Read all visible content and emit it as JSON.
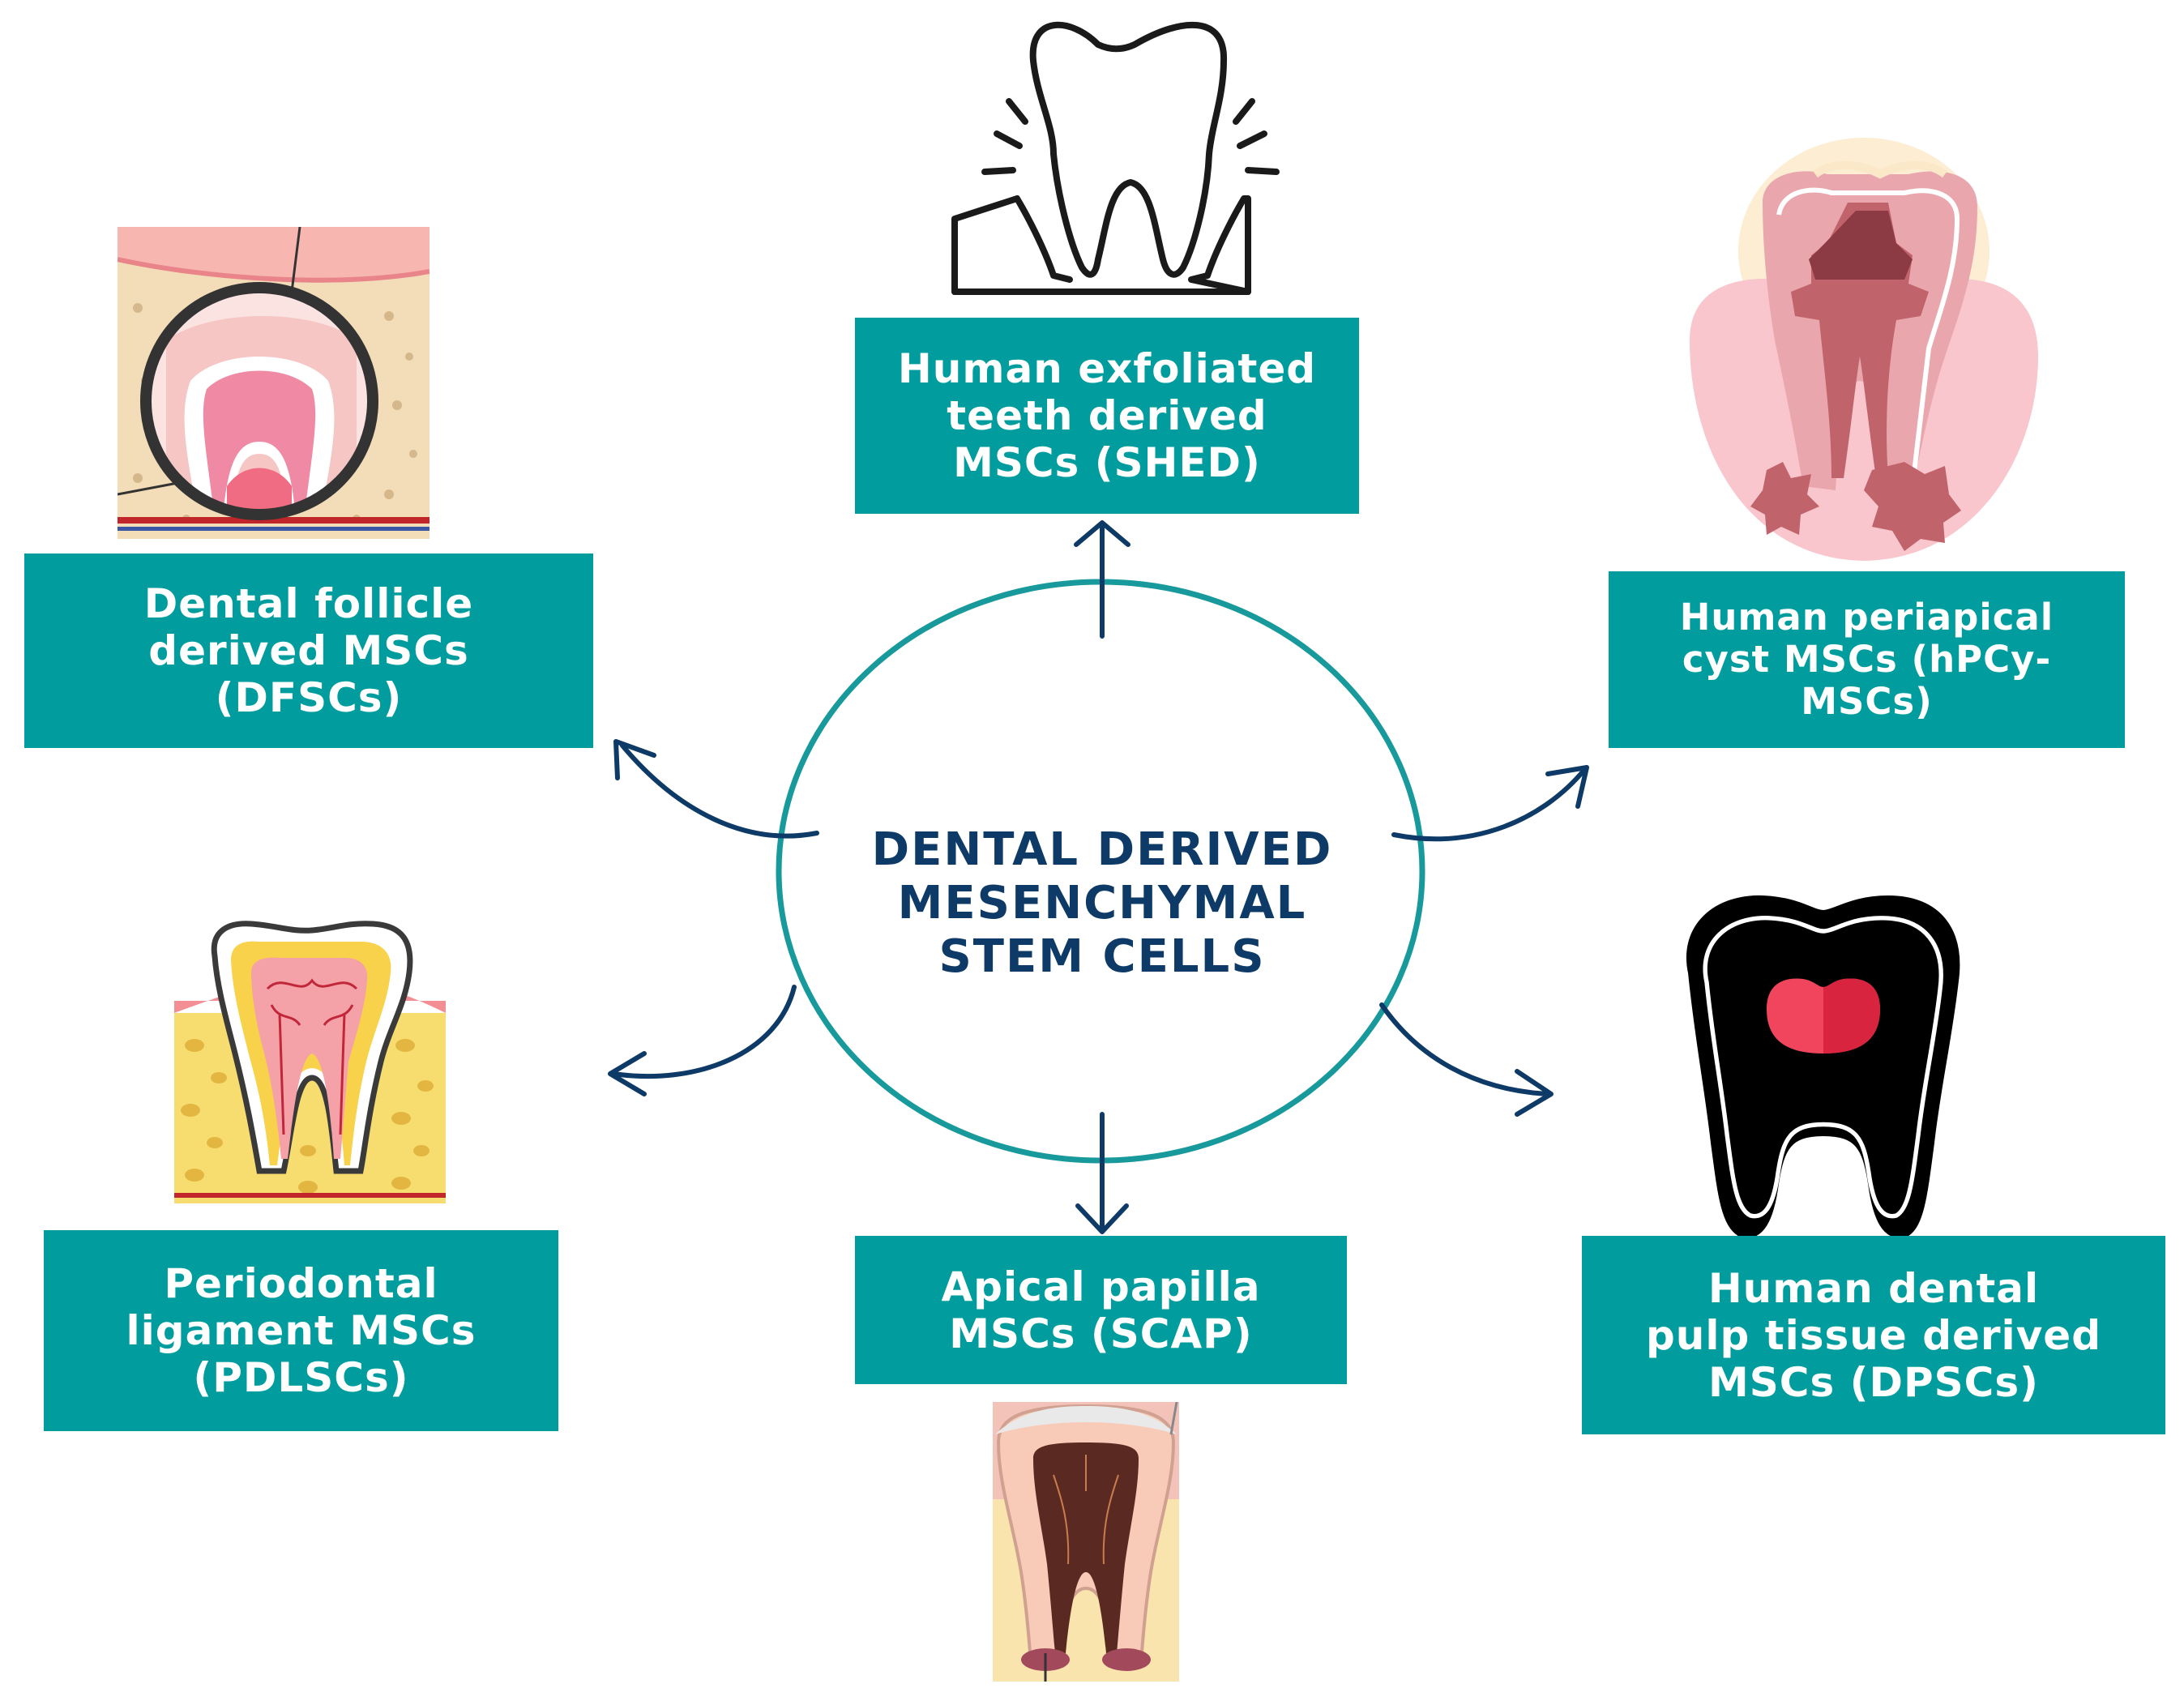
{
  "colors": {
    "teal_box": "#009c9e",
    "circle_stroke": "#18999b",
    "navy": "#0d3a66"
  },
  "center": {
    "lines": [
      "DENTAL DERIVED",
      "MESENCHYMAL",
      "STEM CELLS"
    ]
  },
  "nodes": {
    "shed": {
      "lines": [
        "Human exfoliated",
        "teeth derived",
        "MSCs (SHED)"
      ],
      "icon": "loose-tooth-icon"
    },
    "dfsc": {
      "lines": [
        "Dental follicle",
        "derived MSCs",
        "(DFSCs)"
      ],
      "icon": "dental-follicle-icon"
    },
    "hpcy": {
      "lines": [
        "Human periapical",
        "cyst MSCs (hPCy-",
        "MSCs)"
      ],
      "icon": "periapical-cyst-tooth-icon"
    },
    "pdlsc": {
      "lines": [
        "Periodontal",
        "ligament MSCs",
        "(PDLSCs)"
      ],
      "icon": "periodontal-tooth-icon"
    },
    "scap": {
      "lines": [
        "Apical papilla",
        "MSCs (SCAP)"
      ],
      "icon": "apical-papilla-tooth-icon"
    },
    "dpsc": {
      "lines": [
        "Human dental",
        "pulp tissue derived",
        "MSCs (DPSCs)"
      ],
      "icon": "dental-pulp-tooth-icon"
    }
  }
}
